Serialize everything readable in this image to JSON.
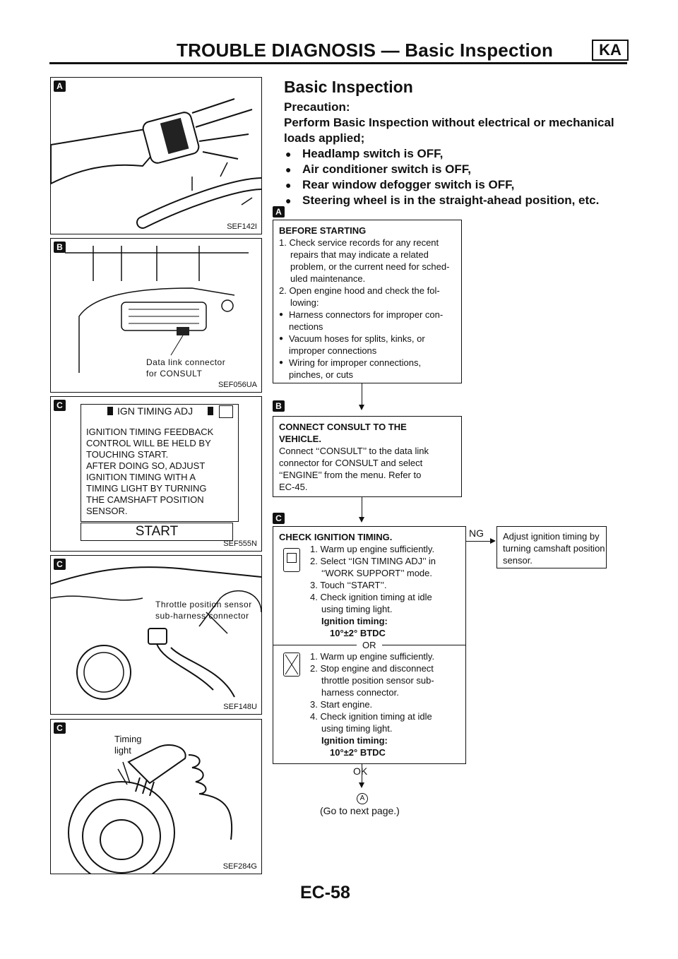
{
  "header": {
    "title": "TROUBLE DIAGNOSIS — Basic Inspection",
    "badge": "KA"
  },
  "section": {
    "title": "Basic Inspection",
    "precaution_label": "Precaution:",
    "precaution_text": "Perform Basic Inspection without electrical or mechanical loads applied;",
    "bullets": [
      "Headlamp switch is OFF,",
      "Air conditioner switch is OFF,",
      "Rear window defogger switch is OFF,",
      "Steering wheel is in the straight-ahead position, etc."
    ]
  },
  "figures": [
    {
      "marker": "A",
      "code": "SEF142I",
      "labels": []
    },
    {
      "marker": "B",
      "code": "SEF056UA",
      "labels": [
        "Data link connector",
        "for CONSULT"
      ]
    },
    {
      "marker": "C",
      "code": "SEF555N",
      "labels": [
        "IGN TIMING ADJ",
        "IGNITION TIMING FEEDBACK",
        "CONTROL WILL BE HELD BY",
        "TOUCHING START.",
        "AFTER DOING SO, ADJUST",
        "IGNITION TIMING WITH A",
        "TIMING LIGHT BY TURNING",
        "THE CAMSHAFT POSITION",
        "SENSOR.",
        "START"
      ]
    },
    {
      "marker": "C",
      "code": "SEF148U",
      "labels": [
        "Throttle position sensor",
        "sub-harness connector"
      ]
    },
    {
      "marker": "C",
      "code": "SEF284G",
      "labels": [
        "Timing",
        "light"
      ]
    }
  ],
  "flow": {
    "box_a": {
      "marker": "A",
      "heading": "BEFORE STARTING",
      "step1": "1. Check service records for any recent",
      "step1_cont": [
        "repairs that may indicate a related",
        "problem, or the current need for sched-",
        "uled maintenance."
      ],
      "step2": "2. Open engine hood and check the fol-",
      "step2_cont": "lowing:",
      "checks": [
        [
          "Harness connectors for improper con-",
          "nections"
        ],
        [
          "Vacuum hoses for splits, kinks, or",
          "improper connections"
        ],
        [
          "Wiring for improper connections,",
          "pinches, or cuts"
        ]
      ]
    },
    "box_b": {
      "marker": "B",
      "heading1": "CONNECT CONSULT TO THE",
      "heading2": "VEHICLE.",
      "text": [
        "Connect ‘‘CONSULT’’ to the data link",
        "connector for CONSULT and select",
        "‘‘ENGINE’’ from the menu. Refer to",
        "EC-45."
      ]
    },
    "box_c": {
      "marker": "C",
      "heading": "CHECK IGNITION TIMING.",
      "part1": [
        "1. Warm up engine sufficiently.",
        "2. Select ‘‘IGN TIMING ADJ’’ in",
        "‘‘WORK SUPPORT’’ mode.",
        "3. Touch ‘‘START’’.",
        "4. Check ignition timing at idle",
        "using timing light."
      ],
      "spec_label": "Ignition timing:",
      "spec_value": "10°±2° BTDC",
      "or_label": "OR",
      "part2": [
        "1. Warm up engine sufficiently.",
        "2. Stop engine and disconnect",
        "throttle position sensor sub-",
        "harness connector.",
        "3. Start engine.",
        "4. Check ignition timing at idle",
        "using timing light."
      ],
      "spec2_label": "Ignition timing:",
      "spec2_value": "10°±2° BTDC"
    },
    "ng_label": "NG",
    "ng_box": [
      "Adjust ignition timing by",
      "turning camshaft position",
      "sensor."
    ],
    "ok_label": "OK",
    "goto_marker": "A",
    "goto_text": "(Go to next page.)"
  },
  "footer": {
    "page": "EC-58"
  }
}
